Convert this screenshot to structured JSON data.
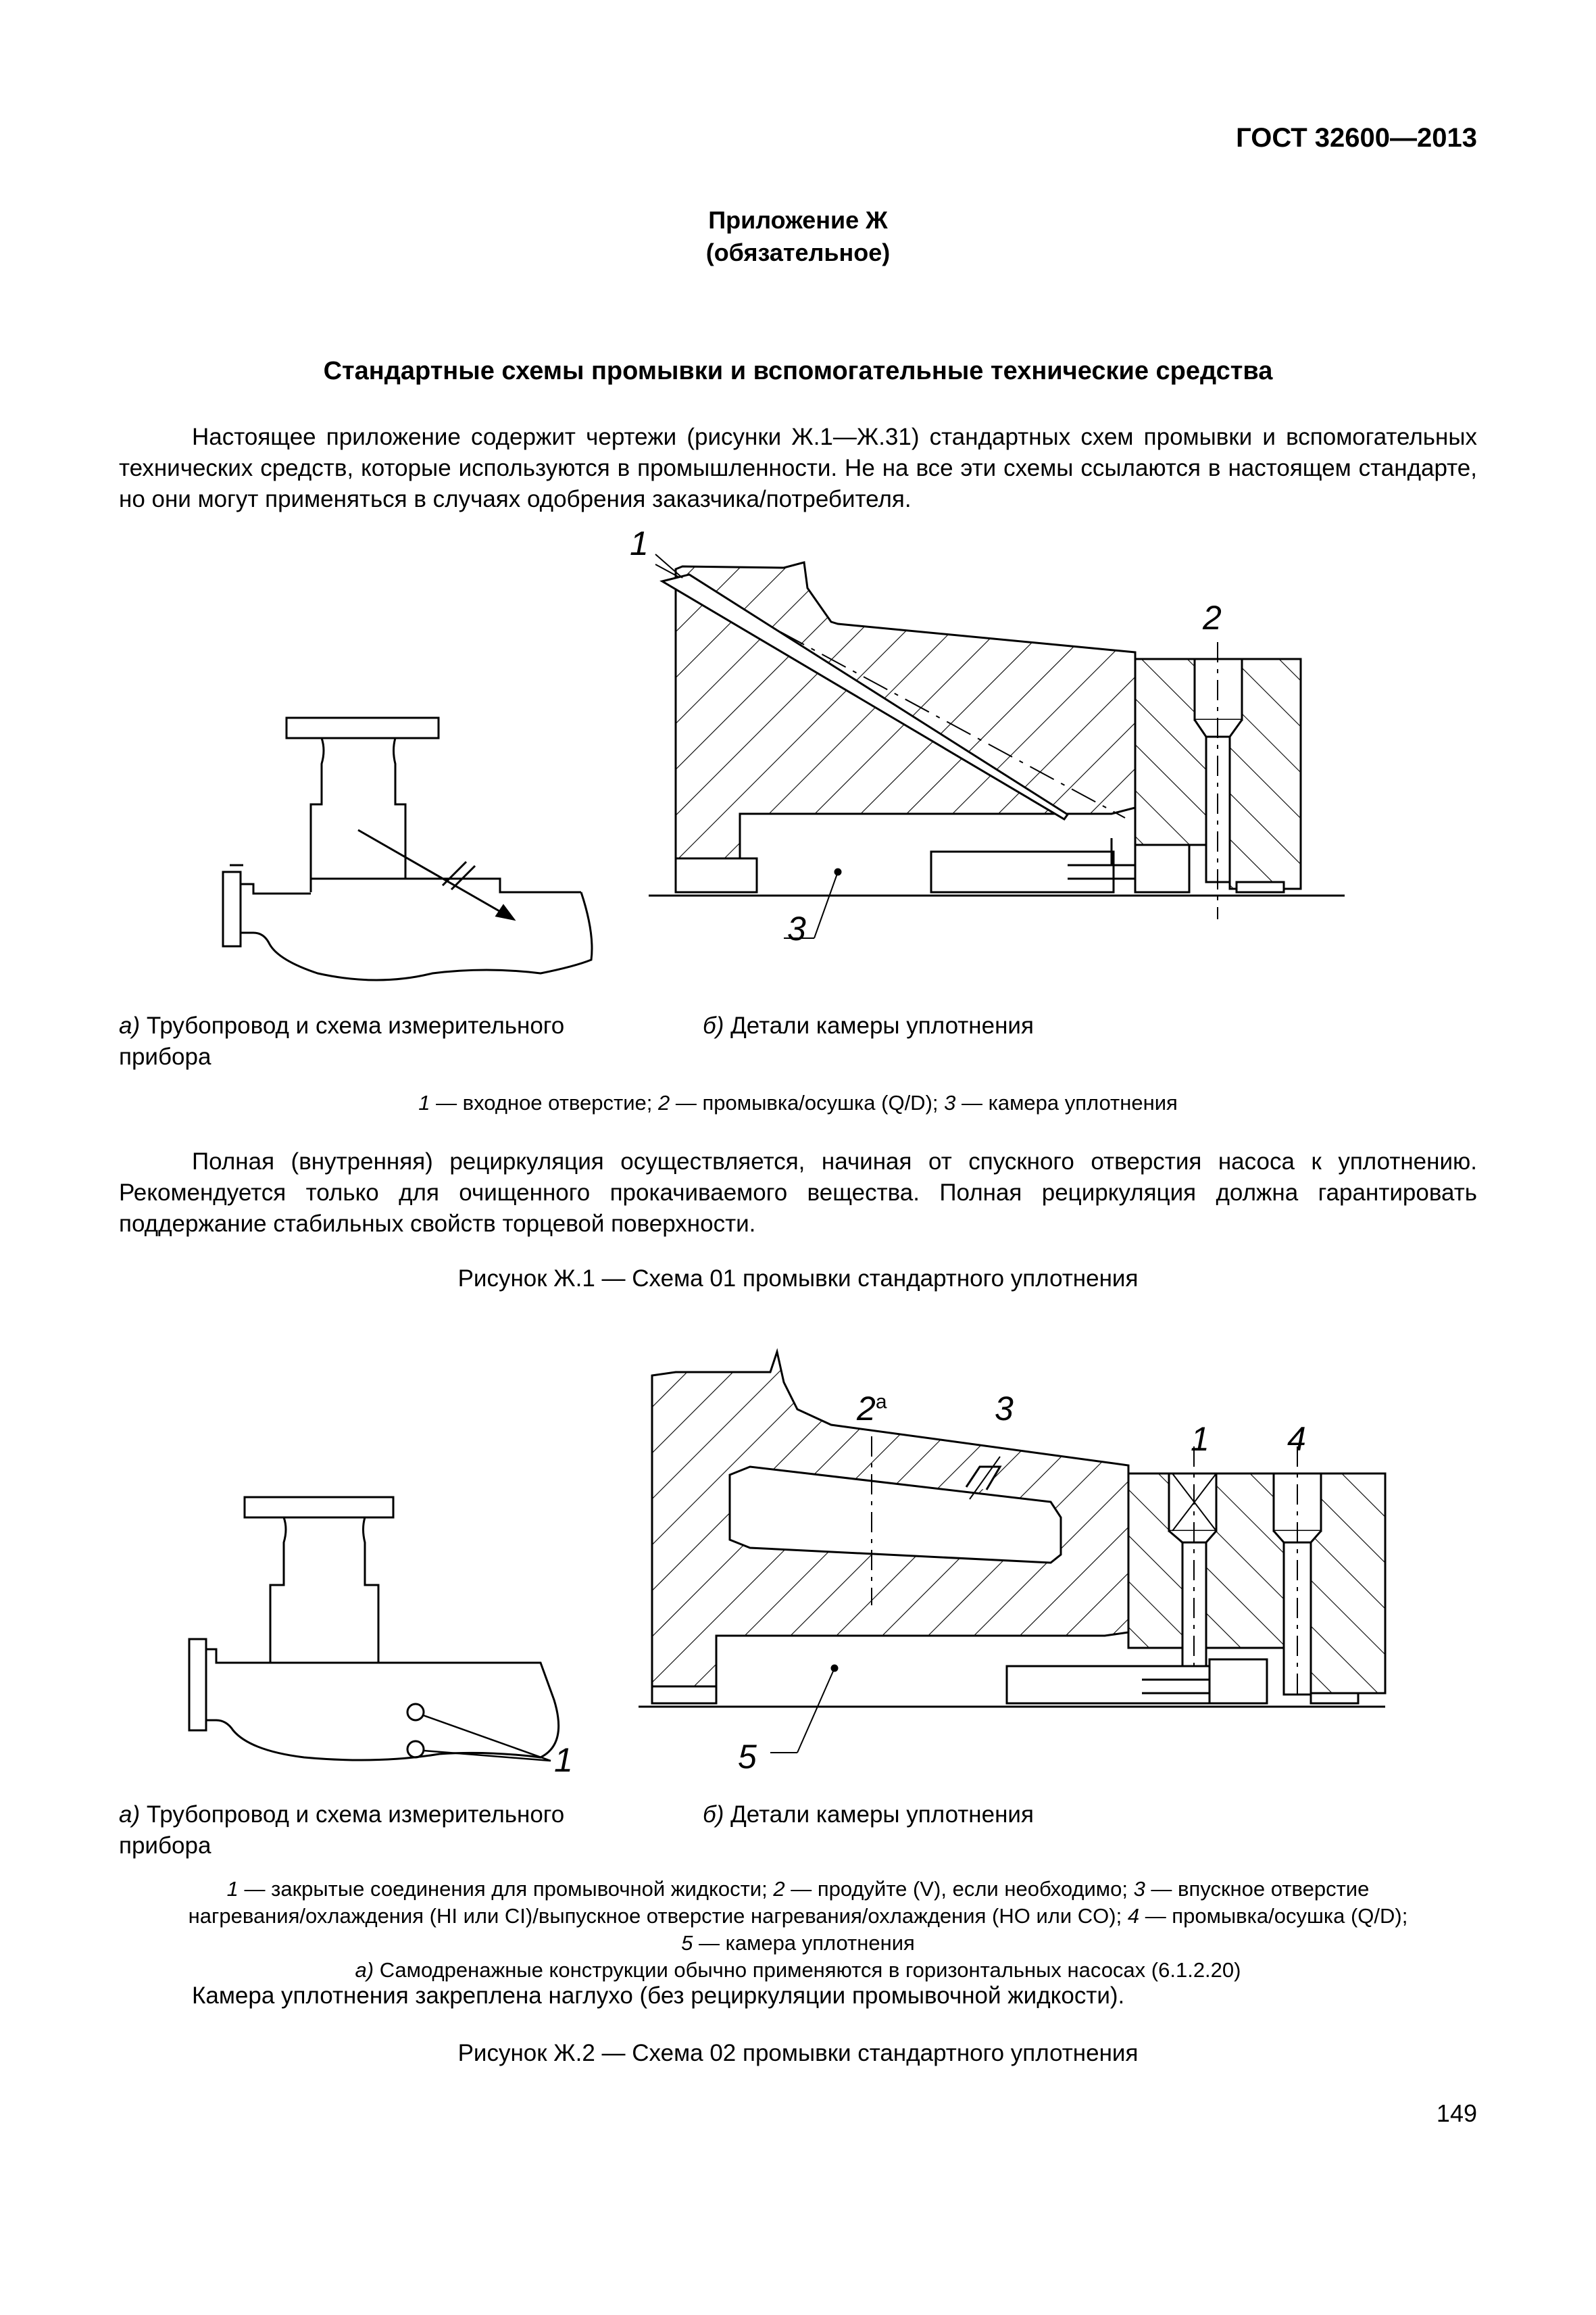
{
  "header": {
    "doc_id": "ГОСТ 32600—2013"
  },
  "annex": {
    "title": "Приложение Ж",
    "status": "(обязательное)"
  },
  "section_title": "Стандартные схемы промывки и вспомогательные технические средства",
  "intro": "Настоящее приложение содержит чертежи (рисунки Ж.1—Ж.31) стандартных схем промывки и вспомогательных технических средств, которые используются в промышленности. Не на все эти схемы ссылаются в настоящем стандарте, но они могут применяться в случаях одобрения заказчика/потребителя.",
  "figure1": {
    "labels": [
      "1",
      "2",
      "3"
    ],
    "caption_a_letter": "а)",
    "caption_a": " Трубопровод и схема измерительного прибора",
    "caption_b_letter": "б)",
    "caption_b": " Детали камеры уплотнения",
    "legend": [
      {
        "n": "1",
        "t": " — входное отверстие; "
      },
      {
        "n": "2",
        "t": " — промывка/осушка (Q/D); "
      },
      {
        "n": "3",
        "t": " — камера уплотнения"
      }
    ],
    "description": "Полная (внутренняя) рециркуляция осуществляется, начиная от спускного отверстия насоса к уплотнению. Рекомендуется только для очищенного прокачиваемого вещества. Полная рециркуляция должна гарантировать поддержание стабильных свойств торцевой поверхности.",
    "title": "Рисунок Ж.1 — Схема 01 промывки стандартного уплотнения"
  },
  "figure2": {
    "labels": [
      "2",
      "а",
      "3",
      "1",
      "4",
      "5",
      "1"
    ],
    "caption_a_letter": "а)",
    "caption_a": " Трубопровод и схема измерительного прибора",
    "caption_b_letter": "б)",
    "caption_b": " Детали камеры уплотнения",
    "legend_line1": [
      {
        "n": "1",
        "t": " — закрытые соединения для промывочной жидкости; "
      },
      {
        "n": "2",
        "t": " — продуйте (V), если необходимо; "
      },
      {
        "n": "3",
        "t": " — впускное отверстие"
      }
    ],
    "legend_line2_a": "нагревания/охлаждения (HI или CI)/выпускное отверстие нагревания/охлаждения (HO или CO); ",
    "legend_line2_n": "4",
    "legend_line2_b": " — промывка/осушка (Q/D);",
    "legend_line3_n": "5",
    "legend_line3_t": " — камера уплотнения",
    "footnote_letter": "а)",
    "footnote": " Самодренажные конструкции обычно применяются в горизонтальных насосах (6.1.2.20)",
    "description": "Камера уплотнения закреплена наглухо (без рециркуляции промывочной жидкости).",
    "title": "Рисунок Ж.2  — Схема 02 промывки стандартного уплотнения"
  },
  "page_number": "149"
}
